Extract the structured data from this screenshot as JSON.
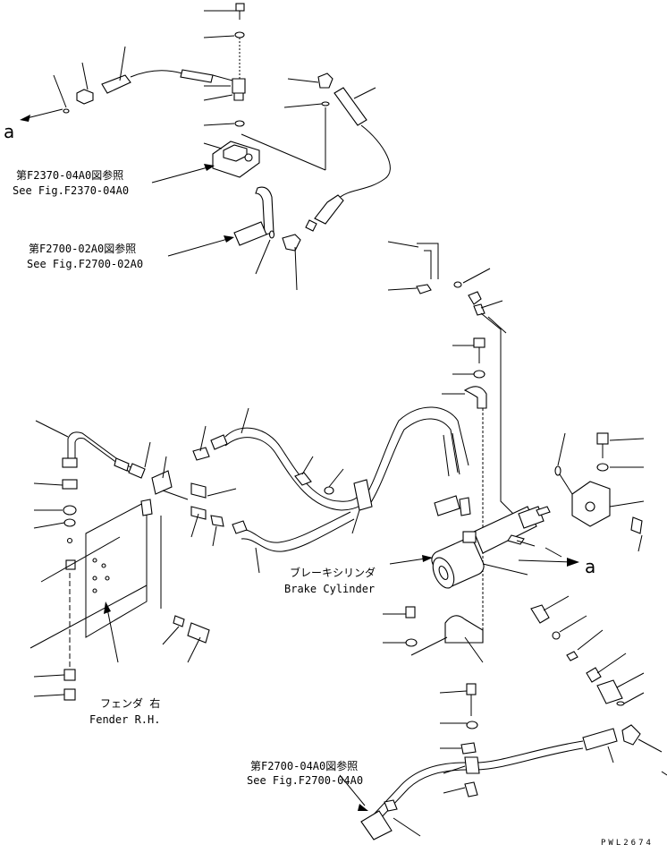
{
  "labels": {
    "ref_a_left": "a",
    "ref_a_right": "a",
    "f2370_jp": "第F2370-04A0図参照",
    "f2370_en": "See Fig.F2370-04A0",
    "f2700_02_jp": "第F2700-02A0図参照",
    "f2700_02_en": "See Fig.F2700-02A0",
    "brake_jp": "ブレーキシリンダ",
    "brake_en": "Brake Cylinder",
    "fender_jp": "フェンダ 右",
    "fender_en": "Fender R.H.",
    "f2700_04_jp": "第F2700-04A0図参照",
    "f2700_04_en": "See Fig.F2700-04A0",
    "drawing_code": "PWL2674"
  }
}
